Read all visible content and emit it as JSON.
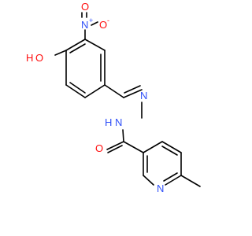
{
  "molecule": {
    "colors": {
      "bond": "#000000",
      "oxygen": "#ff0d0d",
      "nitrogen": "#3050f8"
    },
    "atom_labels": {
      "hydroxyl_oxygen": "O",
      "hydroxyl_hydrogen": "H",
      "nitro_nitrogen": "N",
      "nitro_charge_plus": "+",
      "nitro_oxygen_top": "O",
      "nitro_oxygen_right": "O",
      "nitro_charge_minus": "-",
      "hydrazone_n_upper": "N",
      "hydrazone_n_lower": "N",
      "hydrazone_h": "H",
      "carbonyl_oxygen": "O",
      "pyridine_nitrogen": "N"
    }
  }
}
